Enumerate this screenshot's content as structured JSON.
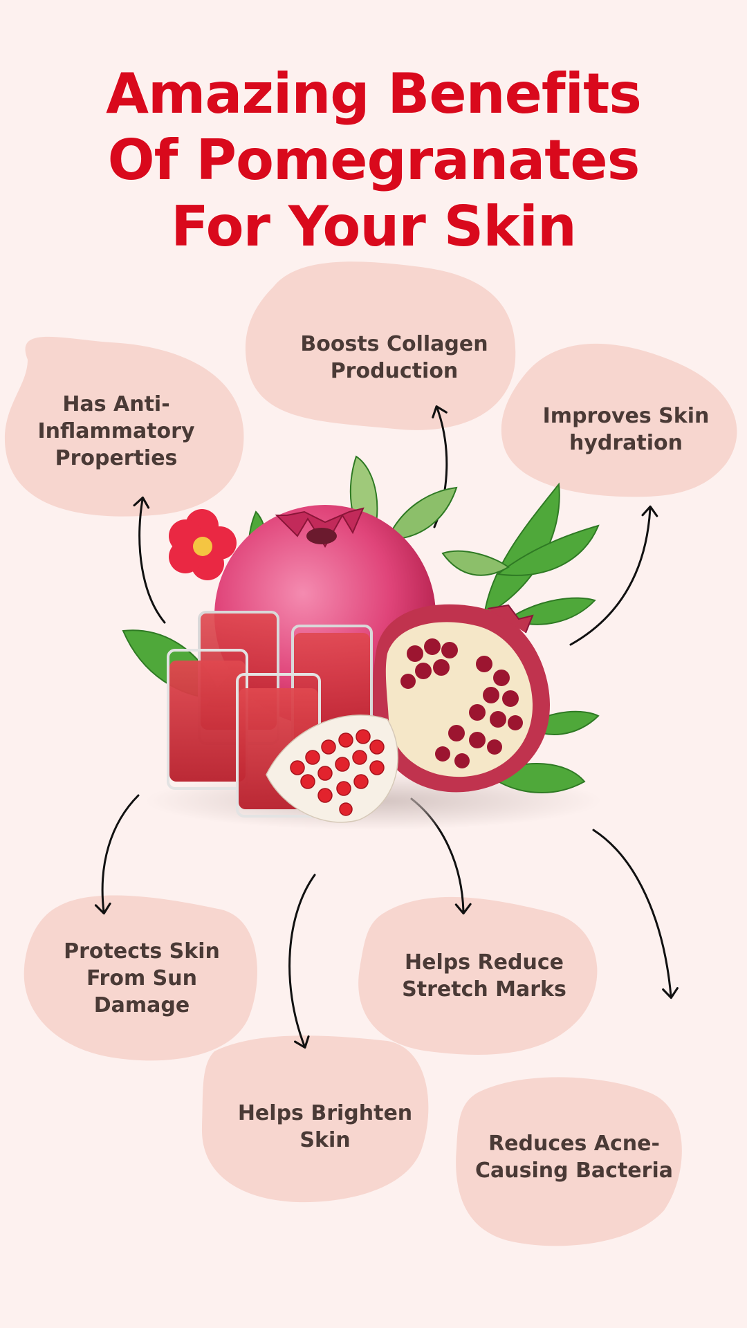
{
  "title": {
    "line1": "Amazing Benefits",
    "line2": "Of Pomegranates",
    "line3": "For Your Skin"
  },
  "benefits": [
    {
      "label": "Has Anti-\nInflammatory\nProperties"
    },
    {
      "label": "Boosts Collagen\nProduction"
    },
    {
      "label": "Improves Skin\nhydration"
    },
    {
      "label": "Protects Skin\nFrom Sun\nDamage"
    },
    {
      "label": "Helps Reduce\nStretch Marks"
    },
    {
      "label": "Helps Brighten\nSkin"
    },
    {
      "label": "Reduces Acne-\nCausing Bacteria"
    }
  ],
  "colors": {
    "title": "#d9091c",
    "background": "#fdf1ef",
    "blob": "#f7d6cf",
    "label": "#4a3a36"
  },
  "illustration": "pomegranate-juice-illustration"
}
